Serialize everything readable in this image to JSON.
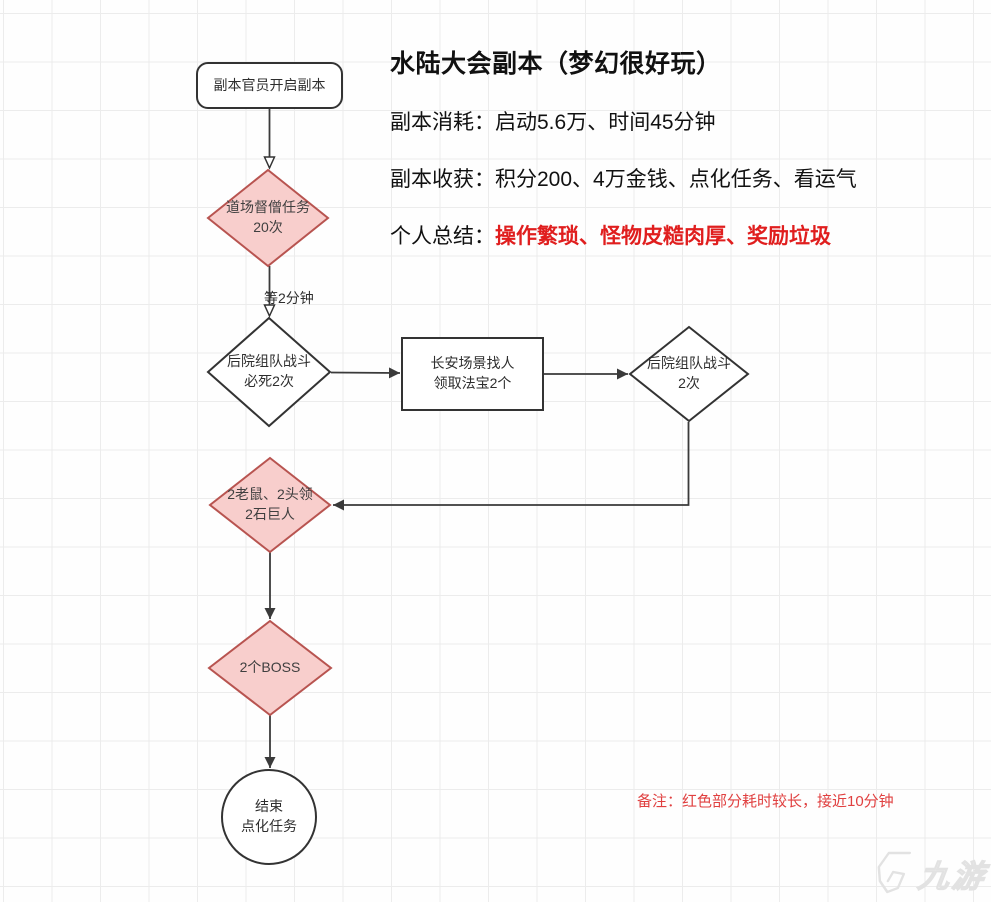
{
  "panel": {
    "title": "水陆大会副本（梦幻很好玩）",
    "cost": "副本消耗：启动5.6万、时间45分钟",
    "reward": "副本收获：积分200、4万金钱、点化任务、看运气",
    "summary_prefix": "个人总结：",
    "summary_highlight": "操作繁琐、怪物皮糙肉厚、奖励垃圾"
  },
  "flow": {
    "start": "副本官员开启副本",
    "daochang": "道场督僧任务\n20次",
    "backyard_fight1": "后院组队战斗\n必死2次",
    "changan": "长安场景找人\n领取法宝2个",
    "backyard_fight2": "后院组队战斗\n2次",
    "monsters": "2老鼠、2头领\n2石巨人",
    "boss": "2个BOSS",
    "end": "结束\n点化任务",
    "wait_label": "等2分钟"
  },
  "note": "备注：红色部分耗时较长，接近10分钟",
  "watermark": "九游",
  "colors": {
    "pink_fill": "#f8cecc",
    "pink_stroke": "#b85450",
    "shape_stroke": "#333333",
    "summary_red": "#e01e1e",
    "note_red": "#e04040"
  }
}
